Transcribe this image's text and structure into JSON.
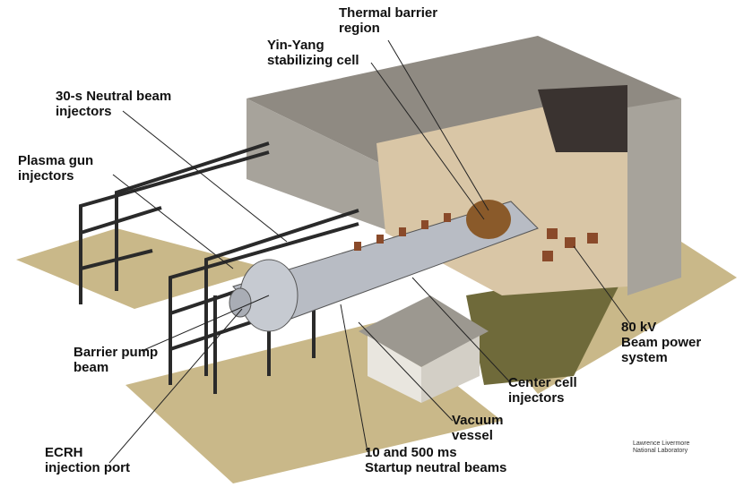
{
  "labels": {
    "thermal_barrier": [
      "Thermal barrier",
      "region"
    ],
    "yin_yang": [
      "Yin-Yang",
      "stabilizing cell"
    ],
    "neutral_beam": [
      "30-s Neutral beam",
      "injectors"
    ],
    "plasma_gun": [
      "Plasma gun",
      "injectors"
    ],
    "barrier_pump": [
      "Barrier pump",
      "beam"
    ],
    "ecrh": [
      "ECRH",
      "injection port"
    ],
    "startup": [
      "10 and 500 ms",
      "Startup neutral beams"
    ],
    "vacuum": [
      "Vacuum",
      "vessel"
    ],
    "center_cell": [
      "Center cell",
      "injectors"
    ],
    "beam_power": [
      "80 kV",
      "Beam power",
      "system"
    ]
  },
  "credit": [
    "Lawrence Livermore",
    "National Laboratory"
  ],
  "colors": {
    "ground": "#c9b889",
    "concrete": "#a7a39b",
    "roof": "#8f8a82",
    "vessel": "#b8bcc4",
    "frame": "#2a2a2a",
    "interior": "#d9c6a6",
    "grass": "#6f6a3a"
  }
}
